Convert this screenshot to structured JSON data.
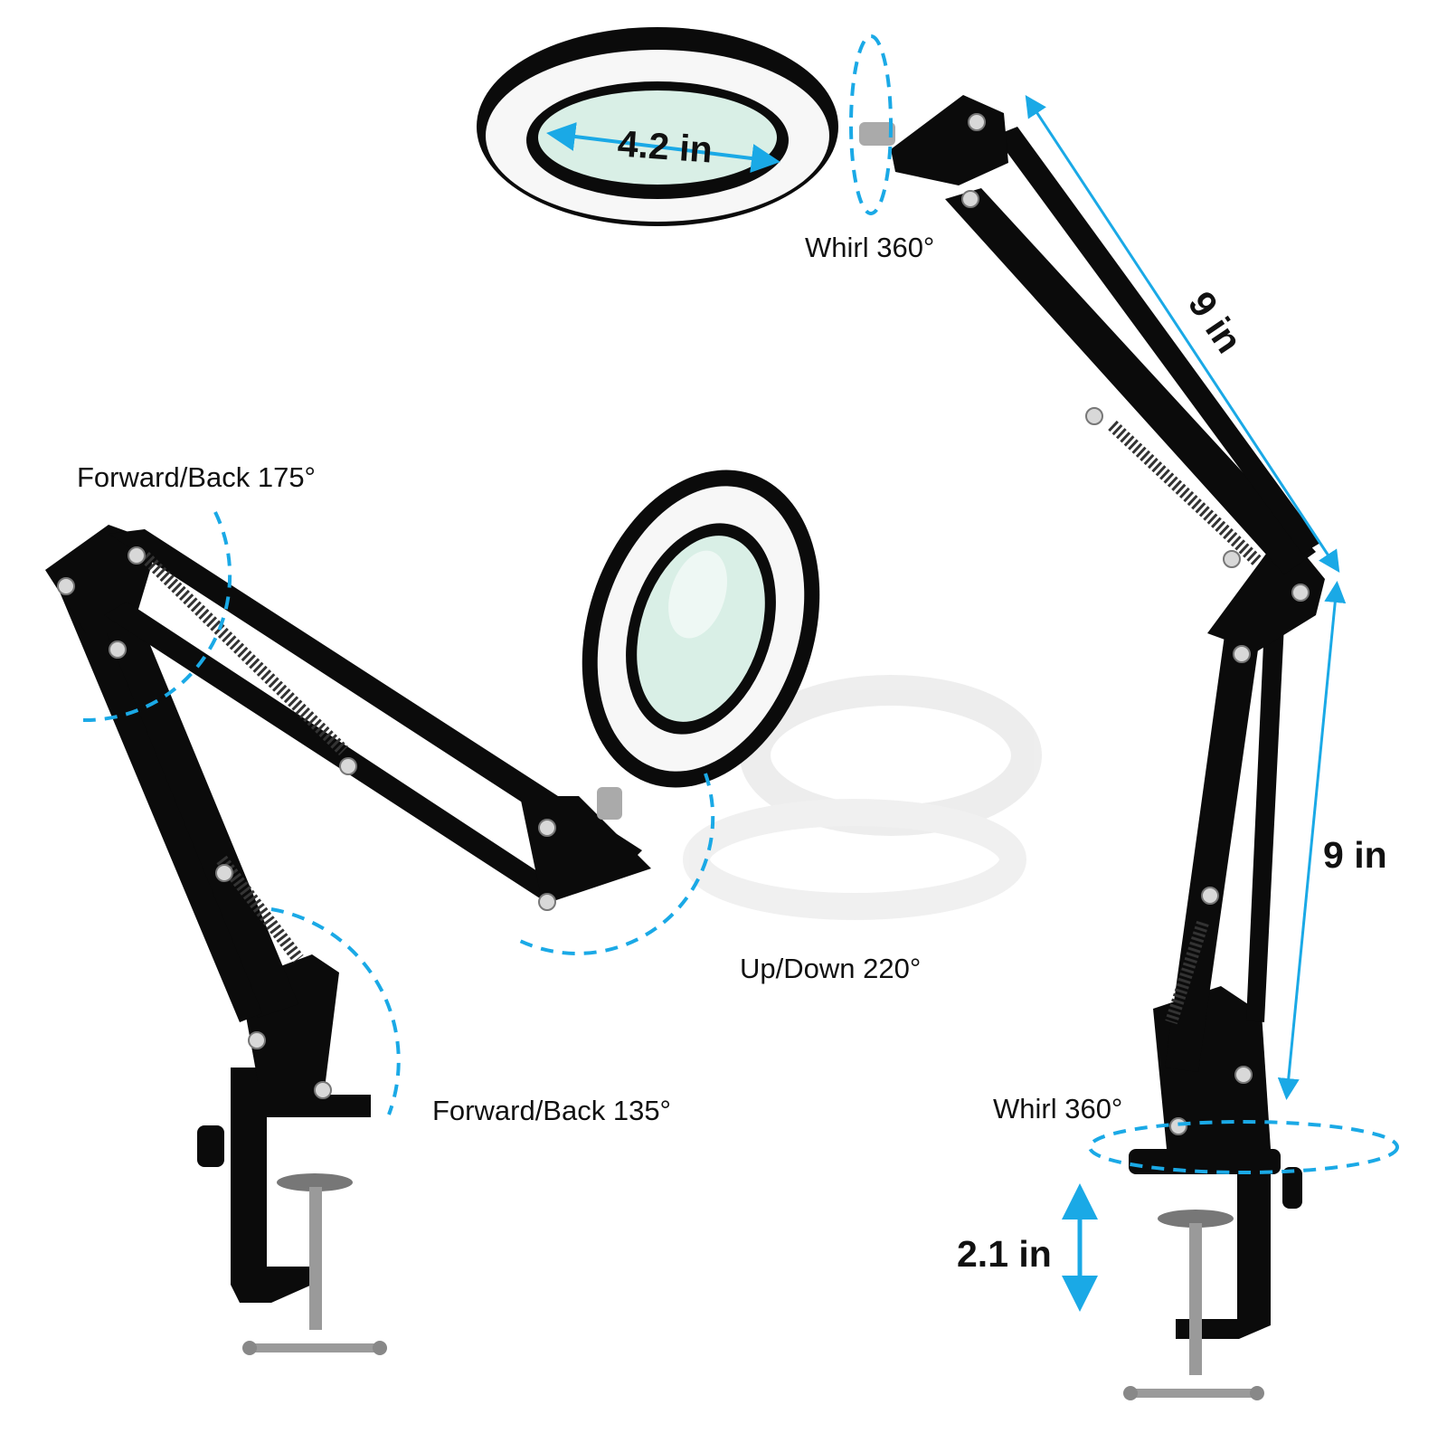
{
  "colors": {
    "accent": "#1aa9e6",
    "lamp_body": "#0b0b0b",
    "ring_light": "#f7f7f7",
    "lens": "#d9efe6",
    "background": "#ffffff"
  },
  "labels": {
    "lens_diameter": "4.2 in",
    "head_whirl": "Whirl 360°",
    "upper_arm_length": "9 in",
    "lower_arm_length": "9 in",
    "upper_joint": "Forward/Back 175°",
    "head_tilt": "Up/Down 220°",
    "lower_joint": "Forward/Back 135°",
    "base_whirl": "Whirl 360°",
    "clamp_opening": "2.1 in"
  }
}
